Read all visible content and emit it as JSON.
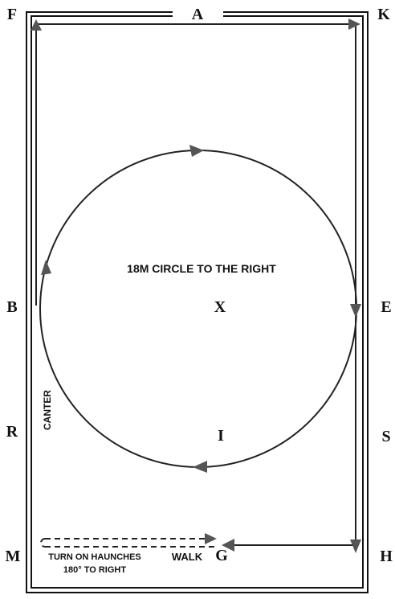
{
  "letters": {
    "A": "A",
    "K": "K",
    "E": "E",
    "S": "S",
    "H": "H",
    "F": "F",
    "B": "B",
    "R": "R",
    "M": "M",
    "X": "X",
    "I": "I",
    "G": "G"
  },
  "labels": {
    "circle": "18M CIRCLE TO THE RIGHT",
    "canter": "CANTER",
    "walk": "WALK",
    "turn_line1": "TURN ON HAUNCHES",
    "turn_line2": "180° TO RIGHT"
  },
  "colors": {
    "line": "#111111",
    "arrow": "#555555"
  }
}
